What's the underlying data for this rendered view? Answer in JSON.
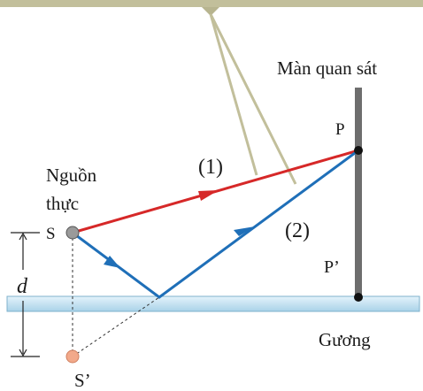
{
  "labels": {
    "screen_title": "Màn quan sát",
    "point_p": "P",
    "point_p_prime": "P’",
    "ray_1": "(1)",
    "ray_2": "(2)",
    "source_line1": "Nguồn",
    "source_line2": "thực",
    "source_s": "S",
    "image_s_prime": "S’",
    "distance_d": "d",
    "mirror": "Gương"
  },
  "colors": {
    "direct_ray": "#d62828",
    "reflected_ray": "#1f6fb8",
    "screen": "#6e6e6e",
    "mirror_fill": "#c5e3f2",
    "mirror_edge": "#7fb2cc",
    "support": "#c2bf9b",
    "image_point": "#f2a98a",
    "source_point": "#9a9a9a"
  }
}
